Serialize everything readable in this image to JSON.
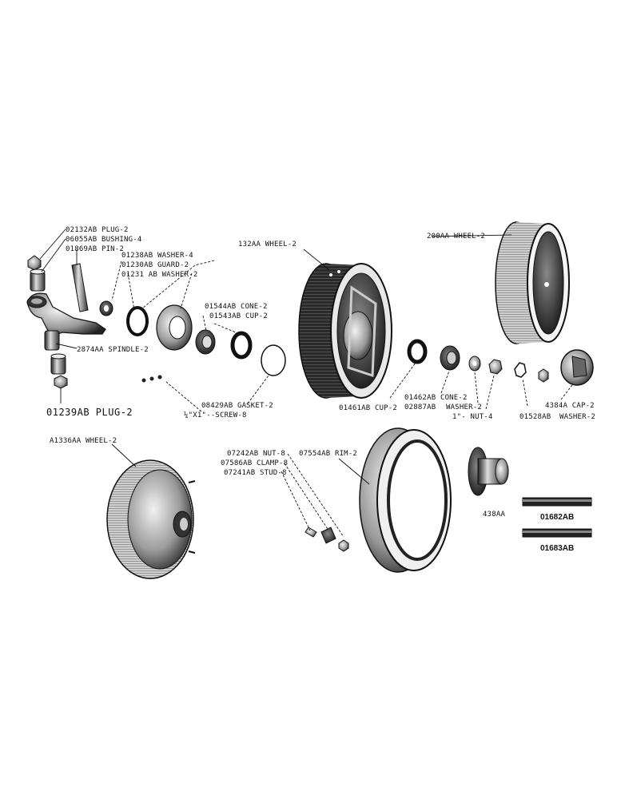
{
  "labels": {
    "plug_a": "02132AB PLUG-2",
    "bushing": "06055AB BUSHING-4",
    "pin": "01869AB PIN-2",
    "washer_a": "01238AB WASHER-4",
    "guard": "01230AB GUARD-2",
    "washer_b": "01231 AB WASHER-2",
    "spindle": "2874AA SPINDLE-2",
    "plug_b": "01239AB PLUG-2",
    "cone_a": "01544AB CONE-2",
    "cup_a": "01543AB CUP-2",
    "gasket": "08429AB GASKET-2",
    "screw": "¼\"X1\"--SCREW-8",
    "wheel_132": "132AA WHEEL-2",
    "wheel_200": "200AA WHEEL-2",
    "cup_b": "01461AB CUP-2",
    "cone_b": "01462AB CONE-2",
    "washer_c_code": "02887AB",
    "washer_c": "WASHER-2",
    "nut": "1\"- NUT-4",
    "washer_d_code": "01528AB",
    "washer_d": "WASHER-2",
    "cap": "4384A CAP-2",
    "wheel_a1336": "A1336AA WHEEL-2",
    "nut_b": "07242AB NUT-8",
    "clamp": "07586AB CLAMP-8",
    "stud": "07241AB STUD-8",
    "rim": "07554AB RIM-2",
    "hub": "438AA",
    "axle_a": "01682AB",
    "axle_b": "01683AB"
  }
}
